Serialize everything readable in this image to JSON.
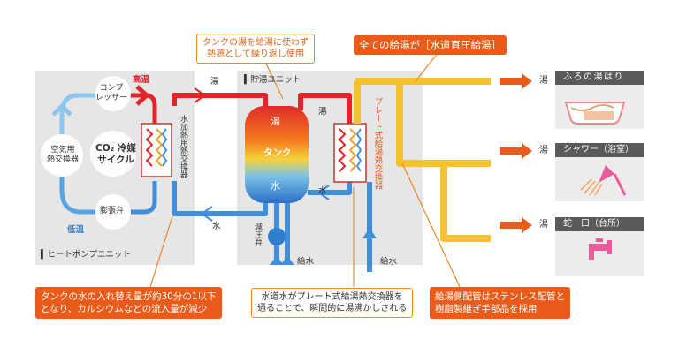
{
  "units": {
    "heat_pump": "ヒートポンプユニット",
    "storage": "貯湯ユニット"
  },
  "heat_pump": {
    "compressor": "コンプ\nレッサー",
    "air_hx": "空気用\n熱交換器",
    "co2_cycle": "CO₂ 冷媒\nサイクル",
    "expansion": "膨張弁",
    "high_temp": "高温",
    "low_temp": "低温",
    "water_hx": "水加熱用熱交換器"
  },
  "storage": {
    "tank": "タンク",
    "hot": "湯",
    "water": "水",
    "plate_hx": "プレート式給湯熱交換器",
    "pressure_valve": "減圧弁"
  },
  "flow_labels": {
    "hot_top": "湯",
    "water_bottom": "水",
    "hot_right": "湯",
    "water_right": "水",
    "supply_left": "給水",
    "supply_right": "給水"
  },
  "callouts": {
    "reuse": "タンクの湯を給湯に使わず\n熱源として繰り返し使用",
    "direct": "全ての給湯が［水道直圧給湯］",
    "replace": "タンクの水の入れ替え量が約30分の1以下\nとなり、カルシウムなどの流入量が減少",
    "instant": "水道水がプレート式給湯熱交換器を\n通ることで、瞬間的に湯沸かしされる",
    "piping": "給湯側配管はステンレス配管と\n樹脂製継ぎ手部品を採用"
  },
  "outlets": [
    {
      "hot": "湯",
      "label": "ふろの湯はり",
      "icon": "bathtub-icon"
    },
    {
      "hot": "湯",
      "label": "シャワー（浴室）",
      "icon": "shower-icon"
    },
    {
      "hot": "湯",
      "label": "蛇　口（台所）",
      "icon": "faucet-icon"
    }
  ],
  "colors": {
    "hot": "#e0262b",
    "cold": "#2f7fd0",
    "supply": "#f2c230",
    "accent": "#e95b1a",
    "panel": "#e6e6e6"
  }
}
